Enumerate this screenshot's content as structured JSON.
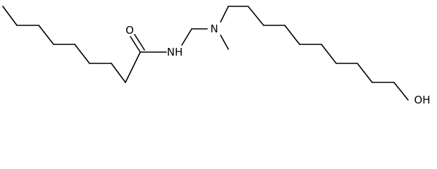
{
  "molecule": {
    "atoms": {
      "oxygen_carbonyl": "O",
      "amide_nitrogen": "NH",
      "amine_nitrogen": "N",
      "hydroxyl": "OH"
    },
    "colors": {
      "bond": "#000000",
      "label": "#000000",
      "background": "#ffffff"
    }
  }
}
